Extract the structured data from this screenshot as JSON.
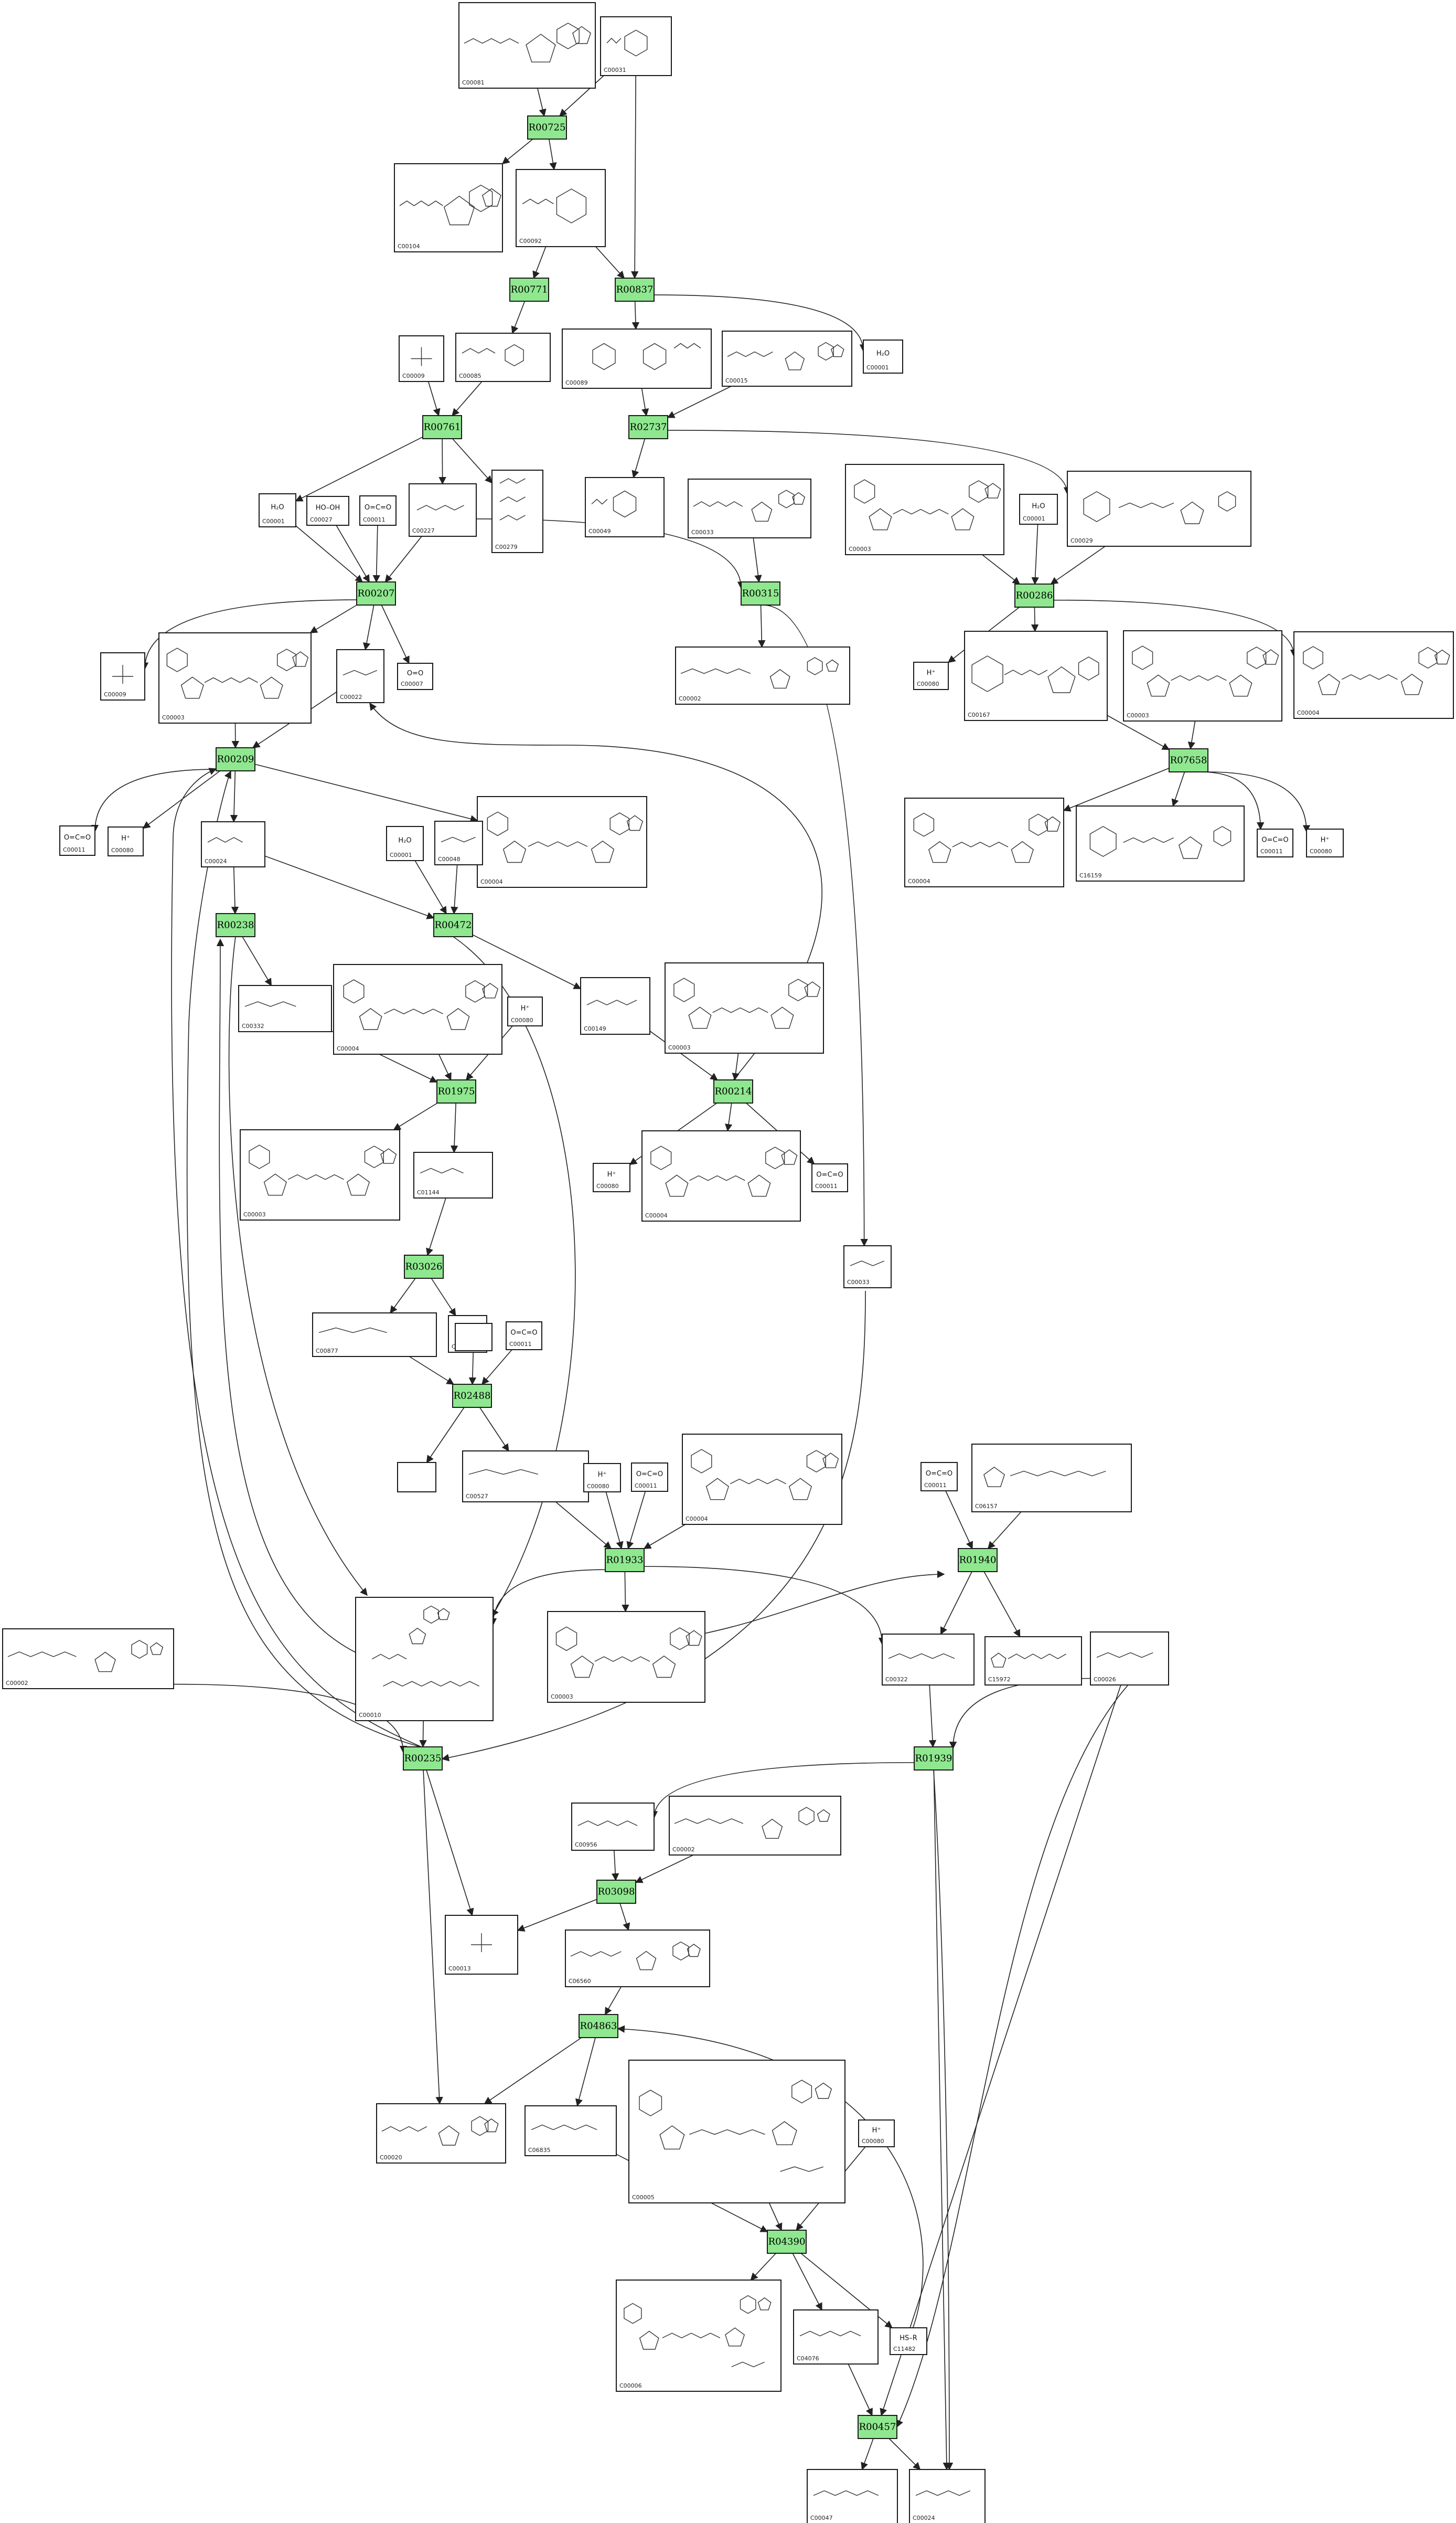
{
  "colors": {
    "reaction_fill": "#8fe88f",
    "edge": "#222222",
    "box": "#1a1a1a"
  },
  "reactions": [
    {
      "id": "R00725"
    },
    {
      "id": "R00771"
    },
    {
      "id": "R00837"
    },
    {
      "id": "R00761"
    },
    {
      "id": "R02737"
    },
    {
      "id": "R00207"
    },
    {
      "id": "R00315"
    },
    {
      "id": "R00286"
    },
    {
      "id": "R00209"
    },
    {
      "id": "R07658"
    },
    {
      "id": "R00238"
    },
    {
      "id": "R00472"
    },
    {
      "id": "R01975"
    },
    {
      "id": "R00214"
    },
    {
      "id": "R03026"
    },
    {
      "id": "R02488"
    },
    {
      "id": "R01933"
    },
    {
      "id": "R01940"
    },
    {
      "id": "R00235"
    },
    {
      "id": "R01939"
    },
    {
      "id": "R03098"
    },
    {
      "id": "R04863"
    },
    {
      "id": "R04390"
    },
    {
      "id": "R00457"
    }
  ],
  "compounds": [
    {
      "key": "c00081_top",
      "cid": "C00081",
      "formula": "",
      "structure": "nucleotide-triphosphate"
    },
    {
      "key": "c00031_top",
      "cid": "C00031",
      "formula": "",
      "structure": "sugar"
    },
    {
      "key": "c00104",
      "cid": "C00104",
      "formula": "",
      "structure": "nucleotide-diphosphate"
    },
    {
      "key": "c00092",
      "cid": "C00092",
      "formula": "",
      "structure": "sugar-phosphate"
    },
    {
      "key": "c00009_a",
      "cid": "C00009",
      "formula": "",
      "structure": "phosphate"
    },
    {
      "key": "c00085",
      "cid": "C00085",
      "formula": "",
      "structure": "sugar-phosphate"
    },
    {
      "key": "c00089",
      "cid": "C00089",
      "formula": "",
      "structure": "disaccharide"
    },
    {
      "key": "c00015",
      "cid": "C00015",
      "formula": "",
      "structure": "nucleotide"
    },
    {
      "key": "c00001_a",
      "cid": "C00001",
      "formula": "H₂O",
      "structure": "text"
    },
    {
      "key": "c00001_b",
      "cid": "C00001",
      "formula": "H₂O",
      "structure": "text"
    },
    {
      "key": "c00027",
      "cid": "C00027",
      "formula": "HO–OH",
      "structure": "text"
    },
    {
      "key": "c00011_a",
      "cid": "C00011",
      "formula": "O=C=O",
      "structure": "text"
    },
    {
      "key": "c00227",
      "cid": "C00227",
      "formula": "",
      "structure": "small-phosphate"
    },
    {
      "key": "c00279",
      "cid": "C00279",
      "formula": "",
      "structure": "sugar-chain"
    },
    {
      "key": "c00049",
      "cid": "C00049",
      "formula": "",
      "structure": "sugar"
    },
    {
      "key": "c00033_top",
      "cid": "C00033",
      "formula": "",
      "structure": "nucleotide-triphosphate"
    },
    {
      "key": "c00003_a",
      "cid": "C00003",
      "formula": "",
      "structure": "nad"
    },
    {
      "key": "c00001_c",
      "cid": "C00001",
      "formula": "H₂O",
      "structure": "text"
    },
    {
      "key": "c00029",
      "cid": "C00029",
      "formula": "",
      "structure": "nucleotide-sugar"
    },
    {
      "key": "c00009_b",
      "cid": "C00009",
      "formula": "",
      "structure": "phosphate"
    },
    {
      "key": "c00003_b",
      "cid": "C00003",
      "formula": "",
      "structure": "nad"
    },
    {
      "key": "c00022",
      "cid": "C00022",
      "formula": "",
      "structure": "small-acid"
    },
    {
      "key": "c00007",
      "cid": "C00007",
      "formula": "O=O",
      "structure": "text"
    },
    {
      "key": "c00002_a",
      "cid": "C00002",
      "formula": "",
      "structure": "nucleotide-triphosphate"
    },
    {
      "key": "c00080_a",
      "cid": "C00080",
      "formula": "H⁺",
      "structure": "text"
    },
    {
      "key": "c00167",
      "cid": "C00167",
      "formula": "",
      "structure": "nucleotide-sugar"
    },
    {
      "key": "c00003_c",
      "cid": "C00003",
      "formula": "",
      "structure": "nad"
    },
    {
      "key": "c00004_a",
      "cid": "C00004",
      "formula": "",
      "structure": "nad"
    },
    {
      "key": "c00011_b",
      "cid": "C00011",
      "formula": "O=C=O",
      "structure": "text"
    },
    {
      "key": "c00080_b",
      "cid": "C00080",
      "formula": "H⁺",
      "structure": "text"
    },
    {
      "key": "c00024",
      "cid": "C00024",
      "formula": "",
      "structure": "coa"
    },
    {
      "key": "c00004_b",
      "cid": "C00004",
      "formula": "",
      "structure": "nad"
    },
    {
      "key": "c00001_d",
      "cid": "C00001",
      "formula": "H₂O",
      "structure": "text"
    },
    {
      "key": "c00048",
      "cid": "C00048",
      "formula": "",
      "structure": "small-acid"
    },
    {
      "key": "c00004_c",
      "cid": "C00004",
      "formula": "",
      "structure": "nad"
    },
    {
      "key": "c16159",
      "cid": "C16159",
      "formula": "",
      "structure": "nucleotide-sugar"
    },
    {
      "key": "c00011_c",
      "cid": "C00011",
      "formula": "O=C=O",
      "structure": "text"
    },
    {
      "key": "c00080_c",
      "cid": "C00080",
      "formula": "H⁺",
      "structure": "text"
    },
    {
      "key": "c00332",
      "cid": "C00332",
      "formula": "",
      "structure": "coa"
    },
    {
      "key": "c00004_d",
      "cid": "C00004",
      "formula": "",
      "structure": "nad"
    },
    {
      "key": "c00080_d",
      "cid": "C00080",
      "formula": "H⁺",
      "structure": "text"
    },
    {
      "key": "c00149",
      "cid": "C00149",
      "formula": "",
      "structure": "small-acid"
    },
    {
      "key": "c00003_d",
      "cid": "C00003",
      "formula": "",
      "structure": "nad"
    },
    {
      "key": "c00003_e",
      "cid": "C00003",
      "formula": "",
      "structure": "nad"
    },
    {
      "key": "c01144",
      "cid": "C01144",
      "formula": "",
      "structure": "coa"
    },
    {
      "key": "c00080_e",
      "cid": "C00080",
      "formula": "H⁺",
      "structure": "text"
    },
    {
      "key": "c00004_e",
      "cid": "C00004",
      "formula": "",
      "structure": "nad"
    },
    {
      "key": "c00011_d",
      "cid": "C00011",
      "formula": "O=C=O",
      "structure": "text"
    },
    {
      "key": "c00033_b",
      "cid": "C00033",
      "formula": "",
      "structure": "small-acid"
    },
    {
      "key": "c00877",
      "cid": "C00877",
      "formula": "",
      "structure": "coa"
    },
    {
      "key": "c00001_e",
      "cid": "C00001",
      "formula": "H₂O",
      "structure": "text"
    },
    {
      "key": "empty_a",
      "cid": "",
      "formula": "",
      "structure": "empty"
    },
    {
      "key": "c00011_e",
      "cid": "C00011",
      "formula": "O=C=O",
      "structure": "text"
    },
    {
      "key": "empty_b",
      "cid": "",
      "formula": "",
      "structure": "empty"
    },
    {
      "key": "c00527",
      "cid": "C00527",
      "formula": "",
      "structure": "coa"
    },
    {
      "key": "c00080_f",
      "cid": "C00080",
      "formula": "H⁺",
      "structure": "text"
    },
    {
      "key": "c00011_f",
      "cid": "C00011",
      "formula": "O=C=O",
      "structure": "text"
    },
    {
      "key": "c00004_f",
      "cid": "C00004",
      "formula": "",
      "structure": "nad"
    },
    {
      "key": "c00011_g",
      "cid": "C00011",
      "formula": "O=C=O",
      "structure": "text"
    },
    {
      "key": "c06157",
      "cid": "C06157",
      "formula": "",
      "structure": "lipoyl"
    },
    {
      "key": "c00002_b",
      "cid": "C00002",
      "formula": "",
      "structure": "nucleotide-triphosphate"
    },
    {
      "key": "c00010",
      "cid": "C00010",
      "formula": "",
      "structure": "coa-large"
    },
    {
      "key": "c00003_f",
      "cid": "C00003",
      "formula": "",
      "structure": "nad"
    },
    {
      "key": "c00322",
      "cid": "C00322",
      "formula": "",
      "structure": "small-acid"
    },
    {
      "key": "c15972",
      "cid": "C15972",
      "formula": "",
      "structure": "lipoyl"
    },
    {
      "key": "c00026",
      "cid": "C00026",
      "formula": "",
      "structure": "small-acid"
    },
    {
      "key": "c00956",
      "cid": "C00956",
      "formula": "",
      "structure": "small-acid"
    },
    {
      "key": "c00002_c",
      "cid": "C00002",
      "formula": "",
      "structure": "nucleotide-triphosphate"
    },
    {
      "key": "c00013",
      "cid": "C00013",
      "formula": "",
      "structure": "phosphate"
    },
    {
      "key": "c06560",
      "cid": "C06560",
      "formula": "",
      "structure": "nucleotide"
    },
    {
      "key": "c00020",
      "cid": "C00020",
      "formula": "",
      "structure": "nucleotide"
    },
    {
      "key": "c06835",
      "cid": "C06835",
      "formula": "",
      "structure": "small-acid"
    },
    {
      "key": "c00005",
      "cid": "C00005",
      "formula": "",
      "structure": "nad-large"
    },
    {
      "key": "c00080_g",
      "cid": "C00080",
      "formula": "H⁺",
      "structure": "text"
    },
    {
      "key": "c00006",
      "cid": "C00006",
      "formula": "",
      "structure": "nad-large"
    },
    {
      "key": "c04076",
      "cid": "C04076",
      "formula": "",
      "structure": "small-acid"
    },
    {
      "key": "c11482",
      "cid": "C11482",
      "formula": "HS–R",
      "structure": "text"
    },
    {
      "key": "c00047",
      "cid": "C00047",
      "formula": "",
      "structure": "small-acid"
    },
    {
      "key": "c00024_b",
      "cid": "C00024",
      "formula": "",
      "structure": "small-acid"
    }
  ]
}
